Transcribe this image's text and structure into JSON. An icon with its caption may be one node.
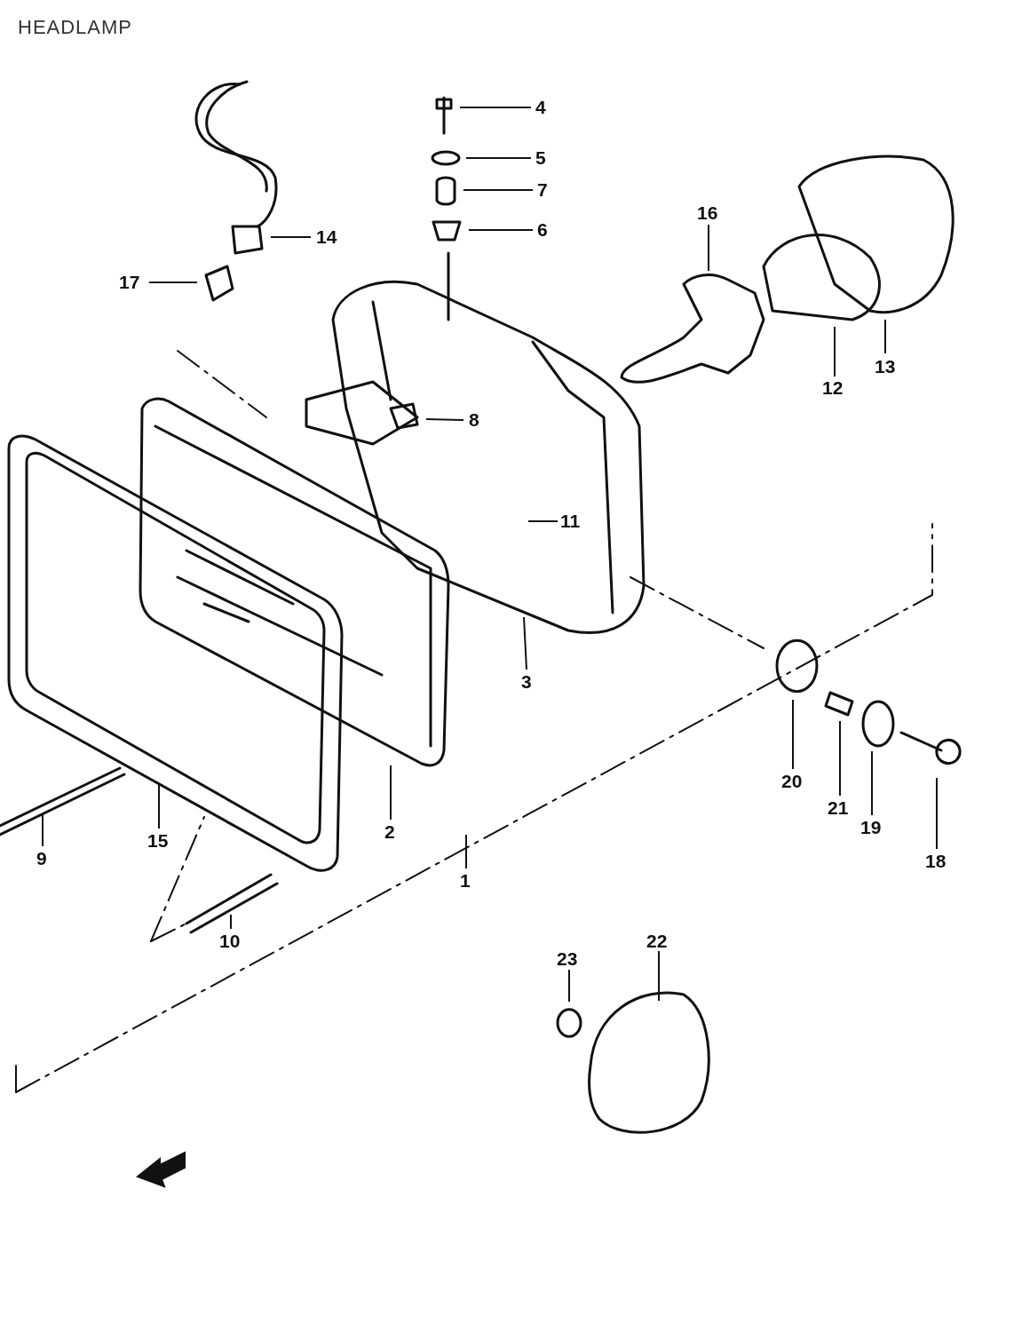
{
  "diagram": {
    "title": "HEADLAMP",
    "nodes": [
      {
        "text": [
          "4"
        ]
      },
      {
        "text": [
          "5"
        ]
      },
      {
        "text": [
          "7"
        ]
      },
      {
        "text": [
          "16"
        ]
      },
      {
        "text": [
          "6"
        ]
      },
      {
        "text": [
          "14"
        ]
      },
      {
        "text": [
          "17"
        ]
      },
      {
        "text": [
          "13"
        ]
      },
      {
        "text": [
          "12"
        ]
      },
      {
        "text": [
          "8"
        ]
      },
      {
        "text": [
          "11"
        ]
      },
      {
        "text": [
          "3"
        ]
      },
      {
        "text": [
          "20"
        ]
      },
      {
        "text": [
          "21"
        ]
      },
      {
        "text": [
          "19"
        ]
      },
      {
        "text": [
          "18"
        ]
      },
      {
        "text": [
          "2"
        ]
      },
      {
        "text": [
          "15"
        ]
      },
      {
        "text": [
          "9"
        ]
      },
      {
        "text": [
          "1"
        ]
      },
      {
        "text": [
          "10"
        ]
      },
      {
        "text": [
          "22"
        ]
      },
      {
        "text": [
          "23"
        ]
      }
    ],
    "edges": [
      {
        "from": 0,
        "to": null,
        "arrow": "none"
      },
      {
        "from": 1,
        "to": null,
        "arrow": "none"
      },
      {
        "from": 2,
        "to": null,
        "arrow": "none"
      },
      {
        "from": 3,
        "to": null,
        "arrow": "none"
      },
      {
        "from": 4,
        "to": null,
        "arrow": "none"
      },
      {
        "from": 5,
        "to": null,
        "arrow": "none"
      },
      {
        "from": 6,
        "to": null,
        "arrow": "none"
      },
      {
        "from": 7,
        "to": null,
        "arrow": "none"
      },
      {
        "from": 8,
        "to": null,
        "arrow": "none"
      },
      {
        "from": 9,
        "to": null,
        "arrow": "none"
      },
      {
        "from": 10,
        "to": null,
        "arrow": "none"
      },
      {
        "from": 11,
        "to": null,
        "arrow": "none"
      },
      {
        "from": 12,
        "to": null,
        "arrow": "none"
      },
      {
        "from": 13,
        "to": null,
        "arrow": "none"
      },
      {
        "from": 14,
        "to": null,
        "arrow": "none"
      },
      {
        "from": 15,
        "to": null,
        "arrow": "none"
      },
      {
        "from": 16,
        "to": null,
        "arrow": "none"
      },
      {
        "from": 17,
        "to": null,
        "arrow": "none"
      },
      {
        "from": 18,
        "to": null,
        "arrow": "none"
      },
      {
        "from": 19,
        "to": null,
        "arrow": "none"
      },
      {
        "from": 20,
        "to": null,
        "arrow": "none"
      },
      {
        "from": 21,
        "to": null,
        "arrow": "none"
      },
      {
        "from": 22,
        "to": null,
        "arrow": "none"
      }
    ]
  }
}
